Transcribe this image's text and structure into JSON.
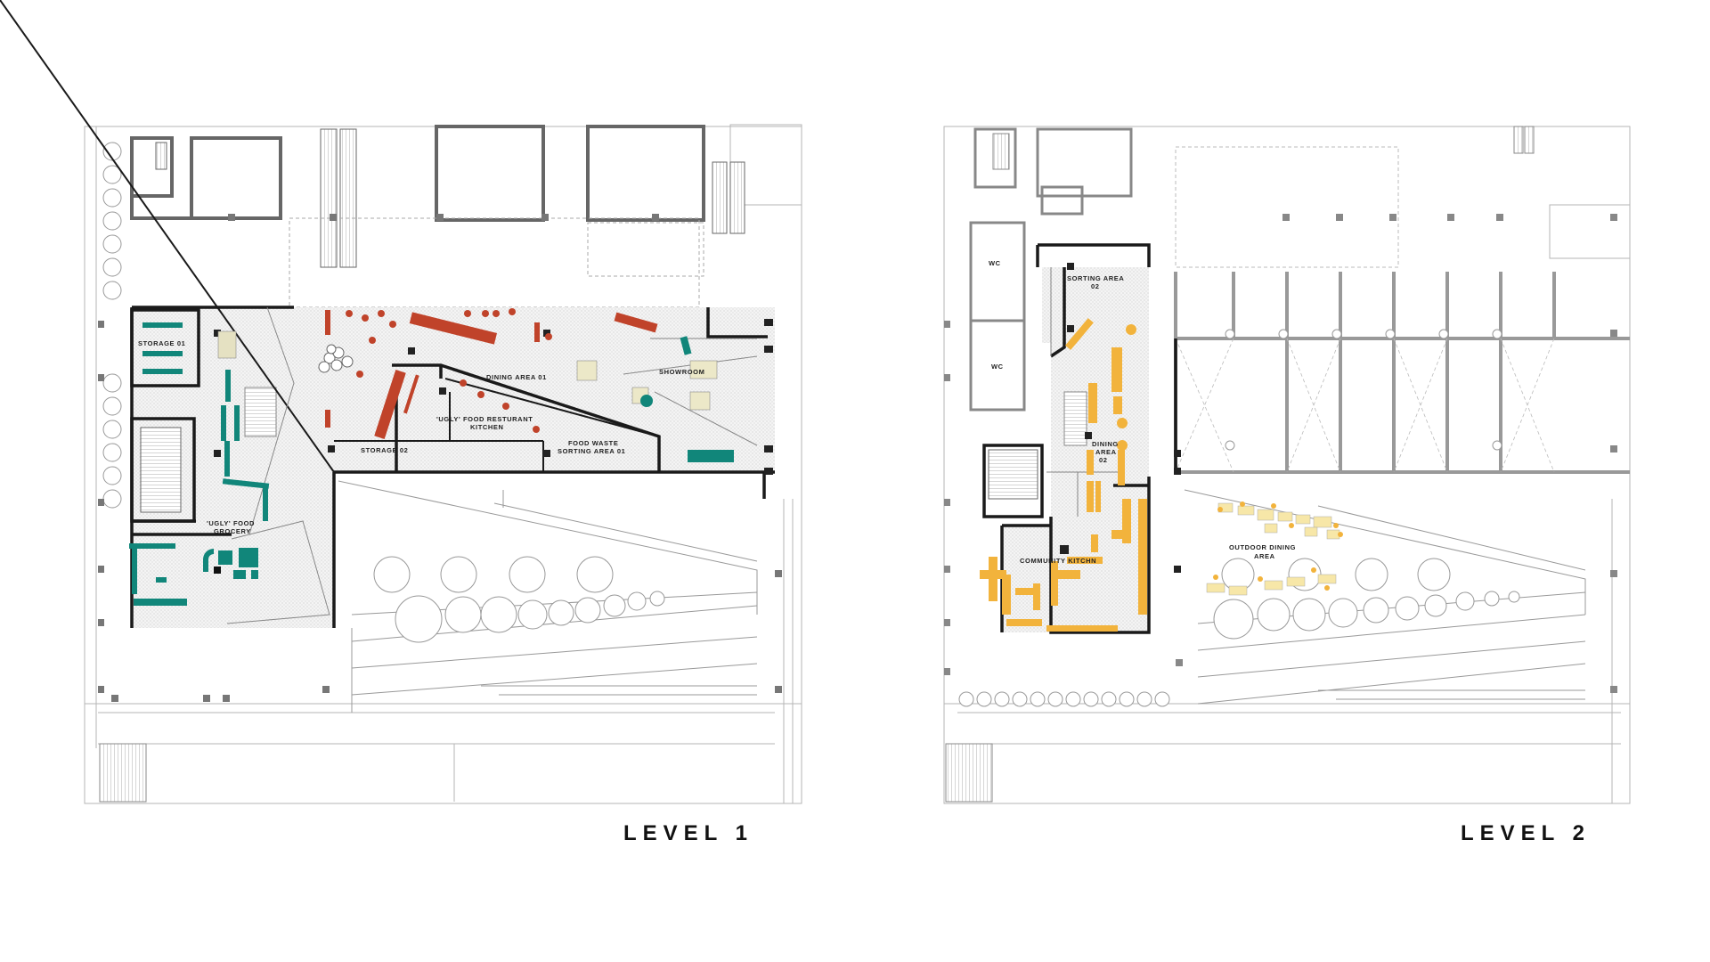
{
  "level1": {
    "title": "LEVEL 1",
    "rooms": {
      "storage01": "STORAGE 01",
      "dining01": "DINING AREA 01",
      "showroom": "SHOWROOM",
      "kitchen_l1": "'UGLY' FOOD RESTURANT",
      "kitchen_l2": "KITCHEN",
      "storage02": "STORAGE 02",
      "waste_l1": "FOOD WASTE",
      "waste_l2": "SORTING AREA 01",
      "grocery_l1": "'UGLY' FOOD",
      "grocery_l2": "GROCERY"
    }
  },
  "level2": {
    "title": "LEVEL 2",
    "rooms": {
      "wc_upper": "WC",
      "wc_lower": "WC",
      "sorting_l1": "SORTING AREA",
      "sorting_l2": "02",
      "dining_l1": "DINING",
      "dining_l2": "AREA",
      "dining_l3": "02",
      "community": "COMMUNITY KITCHN",
      "outdoor_l1": "OUTDOOR DINING",
      "outdoor_l2": "AREA"
    }
  },
  "colors": {
    "wall": "#1a1a1a",
    "thin_line": "#9a9a9a",
    "level1_dining": "#c0432a",
    "level1_grocery": "#11867a",
    "level2_accent": "#f2b33c",
    "level2_light": "#f7dc8f",
    "hatch": "#e9e9e9"
  }
}
